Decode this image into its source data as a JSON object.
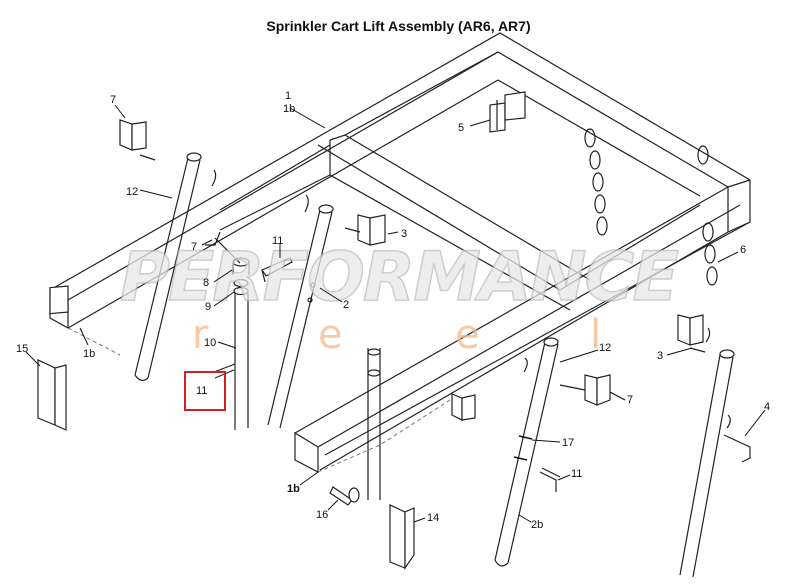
{
  "title": "Sprinkler Cart Lift Assembly (AR6, AR7)",
  "watermark": {
    "main": "PERFORMANCE",
    "sub_letters": [
      "r",
      "e",
      "e",
      "l"
    ],
    "main_color": "#bdbdbd",
    "sub_color": "#f3b98a"
  },
  "callouts": {
    "c1": "1",
    "c1b_top": "1b",
    "c1b_left": "1b",
    "c1b_front": "1b",
    "c2": "2",
    "c2b": "2b",
    "c3_top": "3",
    "c3_right": "3",
    "c4": "4",
    "c5": "5",
    "c6": "6",
    "c7_top": "7",
    "c7_mid": "7",
    "c7_right": "7",
    "c8": "8",
    "c9": "9",
    "c10": "10",
    "c11_highlight": "11",
    "c11_mid": "11",
    "c11_right": "11",
    "c12_left": "12",
    "c12_right": "12",
    "c14": "14",
    "c15": "15",
    "c16": "16",
    "c17": "17"
  },
  "highlight_color": "#d62020"
}
